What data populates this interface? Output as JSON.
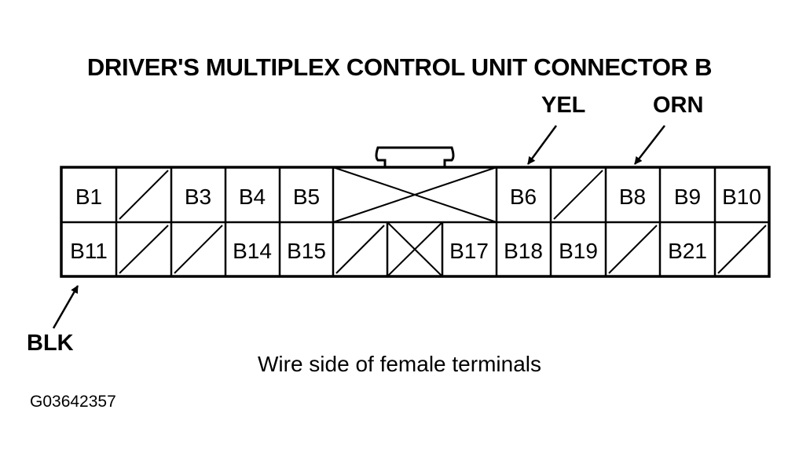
{
  "title": "DRIVER'S MULTIPLEX CONTROL UNIT CONNECTOR B",
  "wire_labels": {
    "yel": "YEL",
    "orn": "ORN",
    "blk": "BLK"
  },
  "caption": "Wire side of female terminals",
  "figure_id": "G03642357",
  "terminals": {
    "row1": [
      "B1",
      "",
      "B3",
      "B4",
      "B5",
      "",
      "B6",
      "",
      "B8",
      "B9",
      "B10"
    ],
    "row2": [
      "B11",
      "",
      "",
      "B14",
      "B15",
      "",
      "",
      "B17",
      "B18",
      "B19",
      "",
      "B21",
      ""
    ]
  }
}
